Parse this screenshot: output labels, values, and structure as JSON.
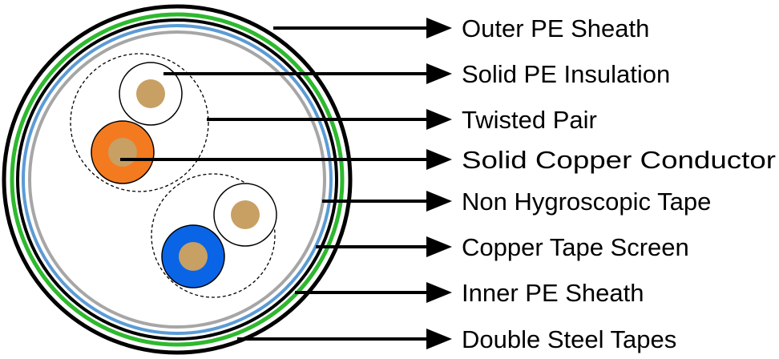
{
  "labels": [
    "Outer PE Sheath",
    "Solid PE Insulation",
    "Twisted Pair",
    "Solid Copper Conductor",
    "Non Hygroscopic Tape",
    "Copper Tape Screen",
    "Inner PE Sheath",
    "Double Steel Tapes"
  ],
  "colors": {
    "outline": "#000000",
    "steel_tape_green": "#2eb82e",
    "copper_screen_blue": "#5b9bd5",
    "non_hygroscopic_grey": "#a6a6a6",
    "copper_conductor": "#c8a064",
    "insulation_white": "#ffffff",
    "insulation_orange": "#f47a20",
    "insulation_blue": "#0a64e6"
  }
}
